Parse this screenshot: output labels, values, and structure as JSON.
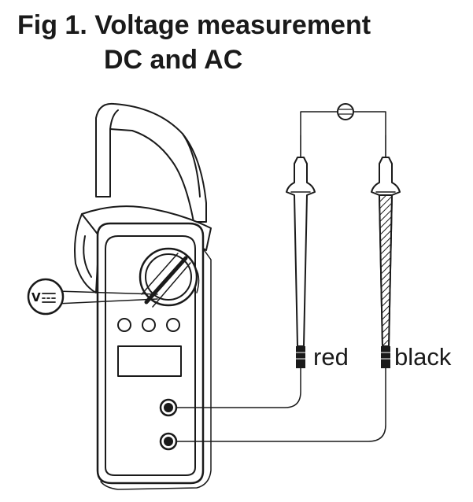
{
  "figure": {
    "title_line1": "Fig 1. Voltage measurement",
    "title_line2": "DC and AC",
    "selector_symbol": "V",
    "probe_labels": {
      "red": "red",
      "black": "black"
    },
    "colors": {
      "ink": "#1a1a1a",
      "background": "#ffffff"
    }
  }
}
